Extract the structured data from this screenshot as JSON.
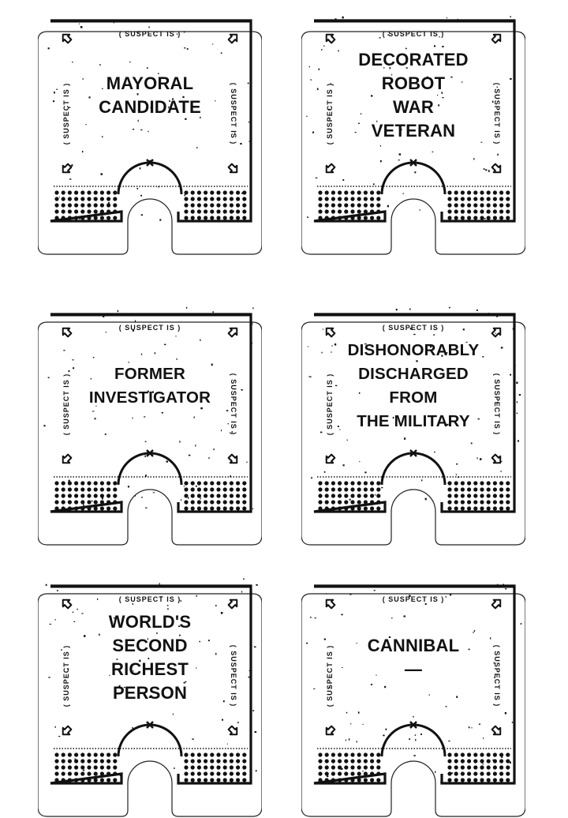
{
  "suspect_label": "( SUSPECT IS )",
  "cards": [
    {
      "id": "mayoral",
      "title": "MAYORAL\nCANDIDATE"
    },
    {
      "id": "robot",
      "title": "DECORATED\nROBOT\nWAR\nVETERAN"
    },
    {
      "id": "investigator",
      "title": "FORMER\nINVESTIGATOR"
    },
    {
      "id": "military",
      "title": "DISHONORABLY\nDISCHARGED\nFROM\nTHE MILITARY"
    },
    {
      "id": "richest",
      "title": "WORLD'S\nSECOND\nRICHEST\nPERSON"
    },
    {
      "id": "cannibal",
      "title": "CANNIBAL\n—"
    }
  ],
  "colors": {
    "ink": "#111111",
    "paper": "#ffffff"
  },
  "icons": [
    "house-arrow-icon"
  ]
}
